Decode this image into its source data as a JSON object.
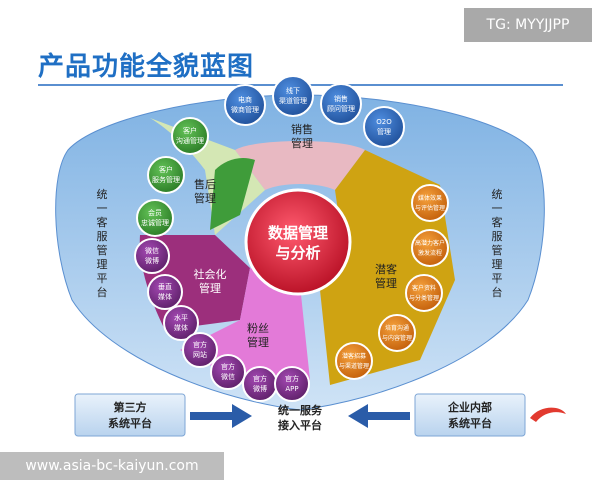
{
  "badge": "TG: MYYJJPP",
  "title": "产品功能全貌蓝图",
  "center": {
    "line1": "数据管理",
    "line2": "与分析"
  },
  "segments": {
    "sales": {
      "line1": "销售",
      "line2": "管理"
    },
    "after_sales": {
      "line1": "售后",
      "line2": "管理"
    },
    "social": {
      "line1": "社会化",
      "line2": "管理"
    },
    "fans": {
      "line1": "粉丝",
      "line2": "管理"
    },
    "prospect": {
      "line1": "潜客",
      "line2": "管理"
    }
  },
  "side_labels": {
    "left": [
      "统",
      "一",
      "客",
      "服",
      "管",
      "理",
      "平",
      "台"
    ],
    "right": [
      "统",
      "一",
      "客",
      "服",
      "管",
      "理",
      "平",
      "台"
    ]
  },
  "nodes": {
    "sales": [
      {
        "line1": "电商",
        "line2": "微商管理"
      },
      {
        "line1": "线下",
        "line2": "渠道管理"
      },
      {
        "line1": "销售",
        "line2": "顾问管理"
      },
      {
        "line1": "O2O",
        "line2": "管理"
      }
    ],
    "after_sales": [
      {
        "line1": "客户",
        "line2": "沟通管理"
      },
      {
        "line1": "客户",
        "line2": "服务管理"
      },
      {
        "line1": "会员",
        "line2": "忠诚管理"
      }
    ],
    "social": [
      {
        "line1": "微信",
        "line2": "微博"
      },
      {
        "line1": "垂直",
        "line2": "媒体"
      },
      {
        "line1": "水平",
        "line2": "媒体"
      }
    ],
    "fans": [
      {
        "line1": "官方",
        "line2": "网站"
      },
      {
        "line1": "官方",
        "line2": "微信"
      },
      {
        "line1": "官方",
        "line2": "微博"
      },
      {
        "line1": "官方",
        "line2": "APP"
      }
    ],
    "prospect": [
      {
        "line1": "媒体效果",
        "line2": "与评估管理"
      },
      {
        "line1": "高潜力客户",
        "line2": "激发流程"
      },
      {
        "line1": "客户资料",
        "line2": "与分类管理"
      },
      {
        "line1": "培育沟通",
        "line2": "与内容管理"
      },
      {
        "line1": "潜客招募",
        "line2": "与渠道管理"
      }
    ]
  },
  "bottom": {
    "left_box": {
      "line1": "第三方",
      "line2": "系统平台"
    },
    "right_box": {
      "line1": "企业内部",
      "line2": "系统平台"
    },
    "hub": {
      "line1": "统一服务",
      "line2": "接入平台"
    }
  },
  "watermark": "www.asia-bc-kaiyun.com",
  "colors": {
    "title": "#1f6fc4",
    "center": "#c8102e",
    "sales": "#e8b9c2",
    "after_sales": "#cfe3b0",
    "social": "#9c2f7c",
    "fans": "#e37ad8",
    "prospect": "#cfa312",
    "node_blue": "#2a63b5",
    "node_green": "#3c9c36",
    "node_purple": "#7a2d86",
    "node_orange": "#e07b16"
  }
}
